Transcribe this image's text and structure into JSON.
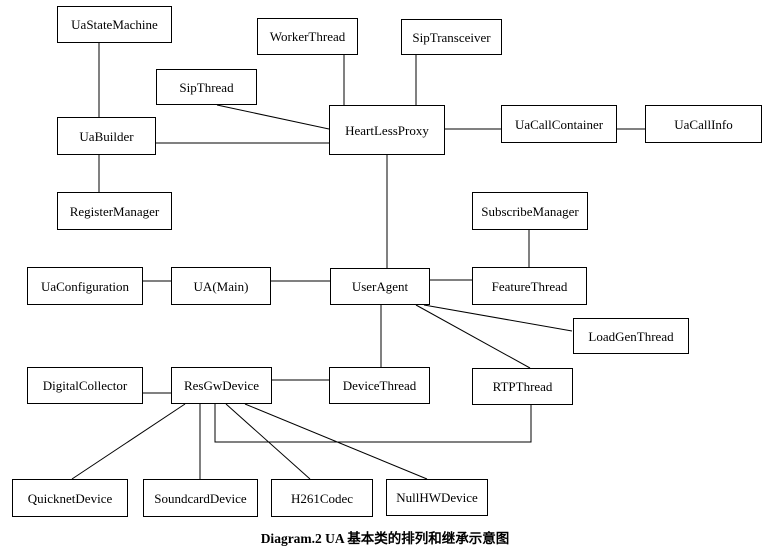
{
  "diagram": {
    "caption": "Diagram.2 UA 基本类的排列和继承示意图",
    "colors": {
      "background": "#ffffff",
      "box_fill": "#ffffff",
      "box_border": "#000000",
      "line": "#000000",
      "text": "#000000"
    },
    "nodes": [
      {
        "id": "ua-state-machine",
        "label": "UaStateMachine"
      },
      {
        "id": "worker-thread",
        "label": "WorkerThread"
      },
      {
        "id": "sip-transceiver",
        "label": "SipTransceiver"
      },
      {
        "id": "sip-thread",
        "label": "SipThread"
      },
      {
        "id": "ua-builder",
        "label": "UaBuilder"
      },
      {
        "id": "heart-less-proxy",
        "label": "HeartLessProxy"
      },
      {
        "id": "ua-call-container",
        "label": "UaCallContainer"
      },
      {
        "id": "ua-call-info",
        "label": "UaCallInfo"
      },
      {
        "id": "register-manager",
        "label": "RegisterManager"
      },
      {
        "id": "subscribe-manager",
        "label": "SubscribeManager"
      },
      {
        "id": "ua-configuration",
        "label": "UaConfiguration"
      },
      {
        "id": "ua-main",
        "label": "UA(Main)"
      },
      {
        "id": "user-agent",
        "label": "UserAgent"
      },
      {
        "id": "feature-thread",
        "label": "FeatureThread"
      },
      {
        "id": "load-gen-thread",
        "label": "LoadGenThread"
      },
      {
        "id": "digital-collector",
        "label": "DigitalCollector"
      },
      {
        "id": "res-gw-device",
        "label": "ResGwDevice"
      },
      {
        "id": "device-thread",
        "label": "DeviceThread"
      },
      {
        "id": "rtp-thread",
        "label": "RTPThread"
      },
      {
        "id": "quicknet-device",
        "label": "QuicknetDevice"
      },
      {
        "id": "soundcard-device",
        "label": "SoundcardDevice"
      },
      {
        "id": "h261-codec",
        "label": "H261Codec"
      },
      {
        "id": "null-hw-device",
        "label": "NullHWDevice"
      }
    ],
    "edges": [
      {
        "from": "UaStateMachine",
        "to": "UaBuilder"
      },
      {
        "from": "UaBuilder",
        "to": "RegisterManager"
      },
      {
        "from": "UaBuilder",
        "to": "HeartLessProxy"
      },
      {
        "from": "SipThread",
        "to": "HeartLessProxy"
      },
      {
        "from": "WorkerThread",
        "to": "HeartLessProxy"
      },
      {
        "from": "SipTransceiver",
        "to": "HeartLessProxy"
      },
      {
        "from": "HeartLessProxy",
        "to": "UaCallContainer"
      },
      {
        "from": "UaCallContainer",
        "to": "UaCallInfo"
      },
      {
        "from": "HeartLessProxy",
        "to": "UserAgent"
      },
      {
        "from": "SubscribeManager",
        "to": "FeatureThread"
      },
      {
        "from": "UaConfiguration",
        "to": "UA(Main)"
      },
      {
        "from": "UA(Main)",
        "to": "UserAgent"
      },
      {
        "from": "UserAgent",
        "to": "FeatureThread"
      },
      {
        "from": "UserAgent",
        "to": "LoadGenThread"
      },
      {
        "from": "UserAgent",
        "to": "RTPThread"
      },
      {
        "from": "UserAgent",
        "to": "DeviceThread"
      },
      {
        "from": "DigitalCollector",
        "to": "ResGwDevice"
      },
      {
        "from": "ResGwDevice",
        "to": "DeviceThread"
      },
      {
        "from": "ResGwDevice",
        "to": "RTPThread"
      },
      {
        "from": "ResGwDevice",
        "to": "QuicknetDevice"
      },
      {
        "from": "ResGwDevice",
        "to": "SoundcardDevice"
      },
      {
        "from": "ResGwDevice",
        "to": "H261Codec"
      },
      {
        "from": "ResGwDevice",
        "to": "NullHWDevice"
      }
    ]
  }
}
